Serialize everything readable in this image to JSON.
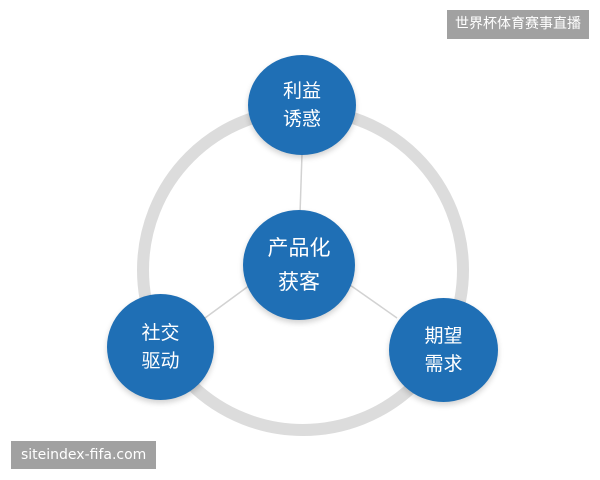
{
  "diagram": {
    "center": {
      "lines": [
        "产品化",
        "获客"
      ]
    },
    "nodes": [
      {
        "lines": [
          "利益",
          "诱惑"
        ]
      },
      {
        "lines": [
          "社交",
          "驱动"
        ]
      },
      {
        "lines": [
          "期望",
          "需求"
        ]
      }
    ]
  },
  "watermarks": {
    "top_right": "世界杯体育赛事直播",
    "bottom_left": "siteindex-fifa.com"
  },
  "colors": {
    "node_fill": "#1f6fb5",
    "ring": "#dcdcdc",
    "connector": "#d2d2d2",
    "badge_bg": "#8c8c8c"
  }
}
